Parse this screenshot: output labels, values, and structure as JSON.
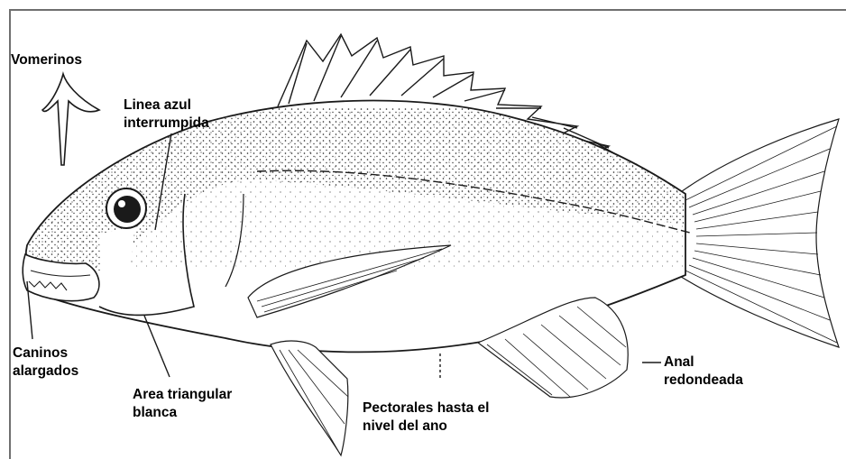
{
  "labels": {
    "vomerinos": "Vomerinos",
    "linea_line1": "Linea azul",
    "linea_line2": "interrumpida",
    "caninos_line1": "Caninos",
    "caninos_line2": "alargados",
    "area_line1": "Area triangular",
    "area_line2": "blanca",
    "pectorales_line1": "Pectorales hasta el",
    "pectorales_line2": "nivel del ano",
    "anal_line1": "Anal",
    "anal_line2": "redondeada"
  },
  "colors": {
    "ink": "#1a1a1a",
    "frame": "#6f6f6f",
    "background": "#ffffff"
  },
  "icons": {
    "vomerine_tooth_patch": "vomerine-arrow-shape",
    "fish": "snapper-line-drawing"
  }
}
